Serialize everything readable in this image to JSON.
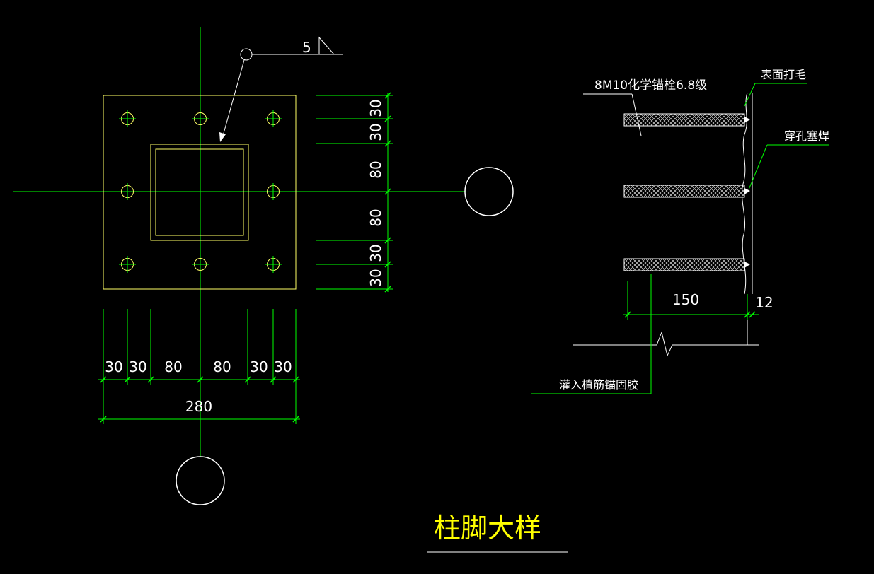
{
  "title": {
    "text": "柱脚大样"
  },
  "weld_symbol": {
    "size": "5"
  },
  "plan_view": {
    "dims_right": [
      "30",
      "30",
      "80",
      "80",
      "30",
      "30"
    ],
    "dims_bottom": [
      "30",
      "30",
      "80",
      "80",
      "30",
      "30"
    ],
    "total_bottom": "280"
  },
  "section_view": {
    "anchor_label": "8M10化学锚栓6.8级",
    "surface_label": "表面打毛",
    "weld_label": "穿孔塞焊",
    "glue_label": "灌入植筋锚固胶",
    "embed_len": "150",
    "plate_thk": "12"
  },
  "colors": {
    "background": "#000000",
    "axis_line": "#00ff00",
    "dimension": "#00ff00",
    "plate": "#ffff66",
    "text": "#ffffff",
    "title": "#ffff00"
  }
}
